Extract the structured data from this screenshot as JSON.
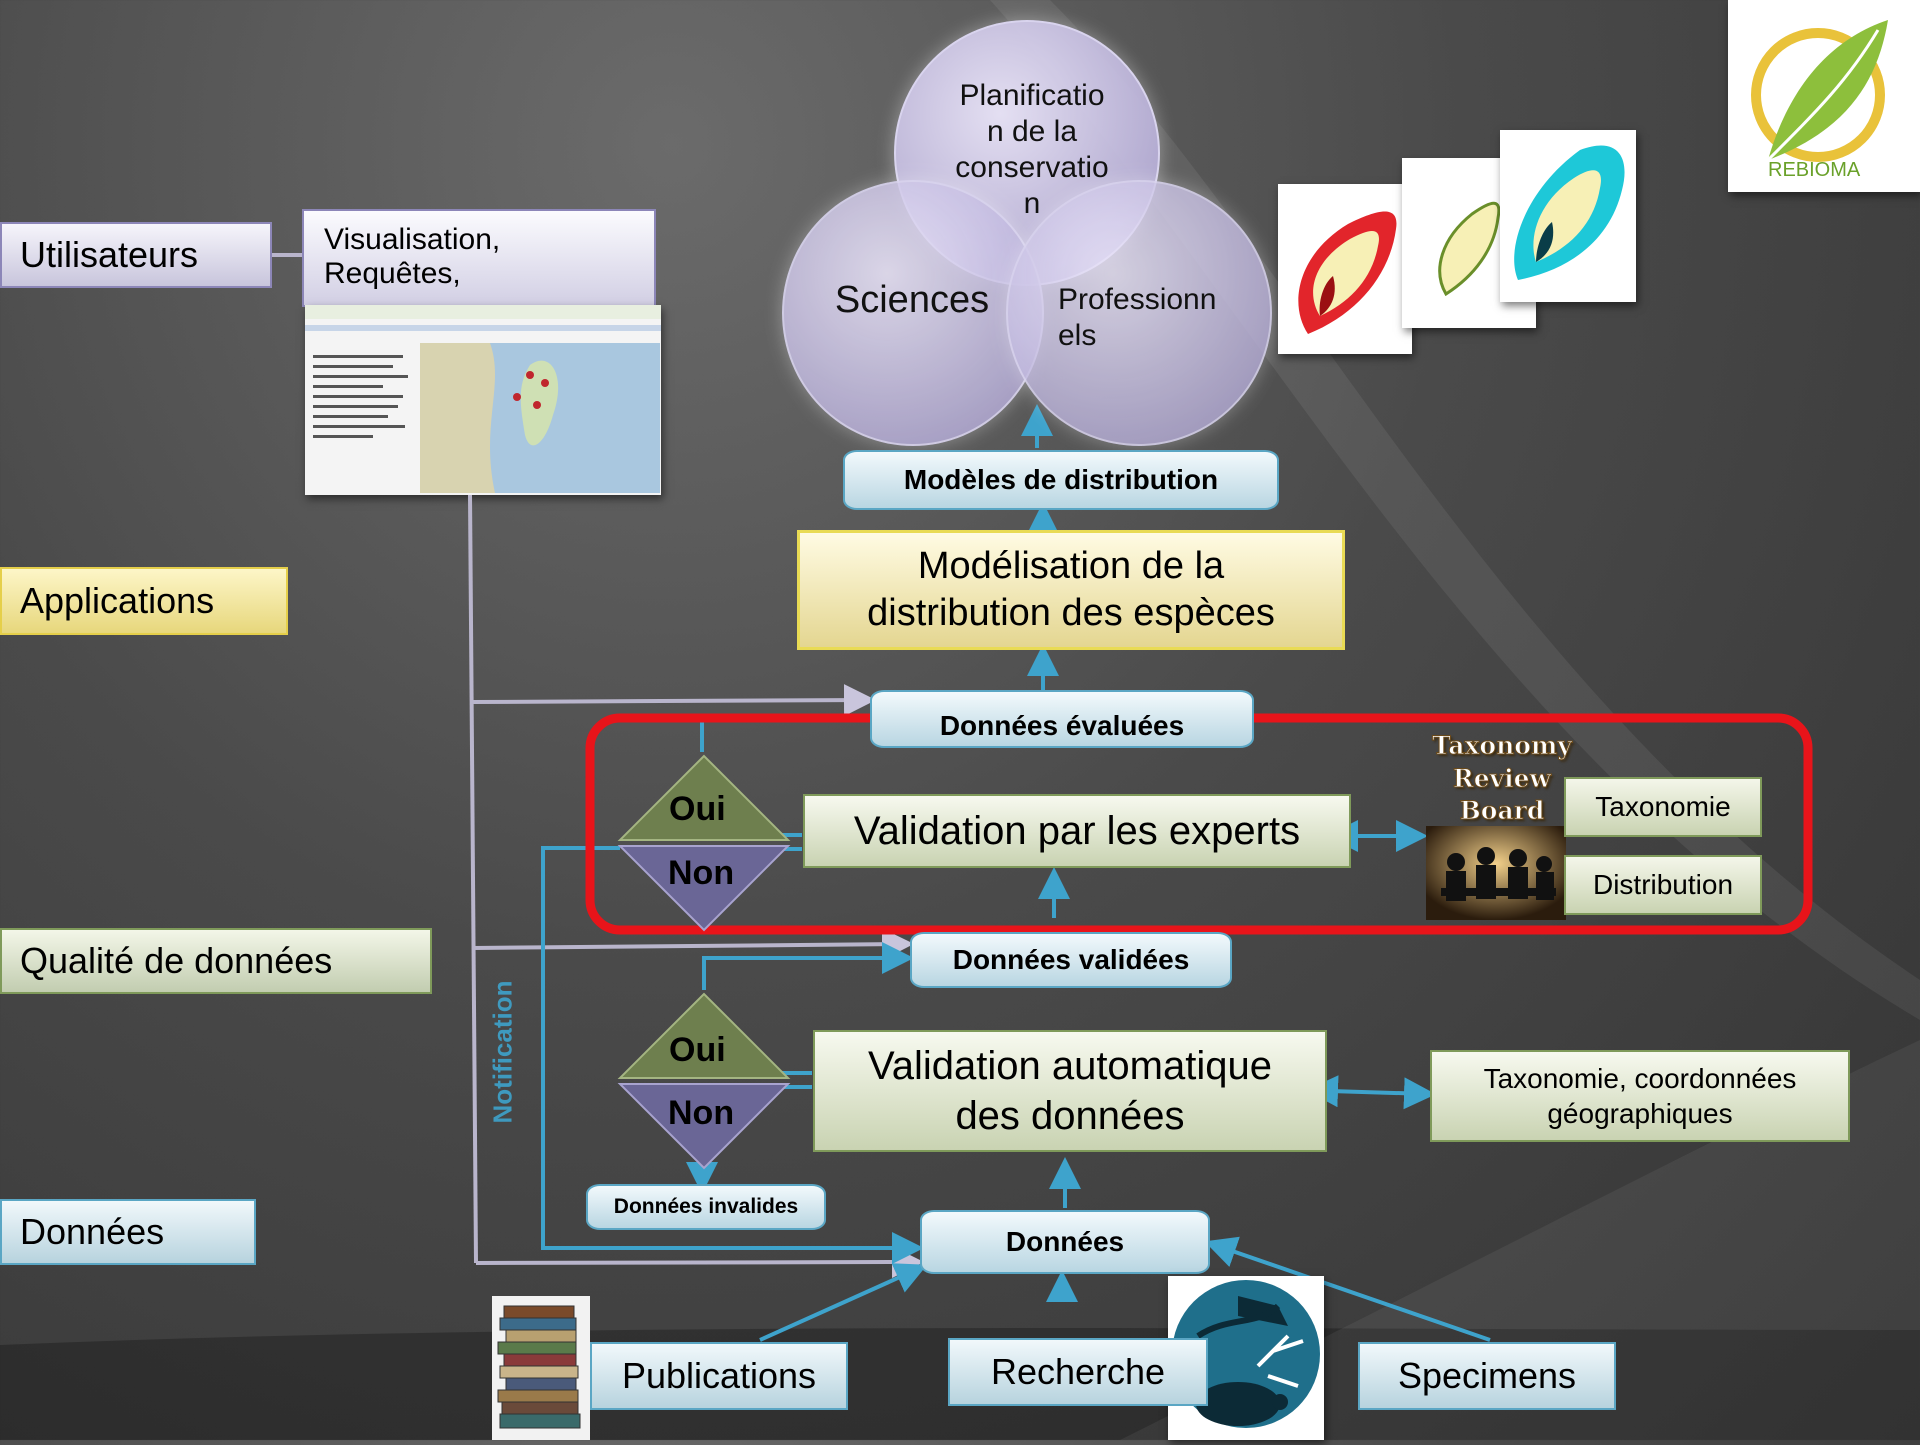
{
  "categories": {
    "users": "Utilisateurs",
    "applications": "Applications",
    "quality": "Qualité de données",
    "data": "Données"
  },
  "visualisation_box": "Visualisation,\nRequêtes,",
  "circles": {
    "planning": "Planificatio\nn de la\nconservatio\nn",
    "sciences": "Sciences",
    "professionals": "Professionn\nels"
  },
  "distribution_models": "Modèles de distribution",
  "modelling": "Modélisation de la\ndistribution des espèces",
  "evaluated_data": "Données évaluées",
  "expert_validation": "Validation par les experts",
  "decision_expert": {
    "yes": "Oui",
    "no": "Non"
  },
  "taxonomy_board": {
    "title": "Taxonomy\nReview\nBoard",
    "taxonomy": "Taxonomie",
    "distribution": "Distribution"
  },
  "validated_data": "Données validées",
  "decision_auto": {
    "yes": "Oui",
    "no": "Non"
  },
  "auto_validation": "Validation automatique\ndes données",
  "auto_checks": "Taxonomie, coordonnées\ngéographiques",
  "invalid_data": "Données invalides",
  "notification": "Notification",
  "data_store": "Données",
  "sources": {
    "publications": "Publications",
    "research": "Recherche",
    "specimens": "Specimens"
  },
  "logo_text": "REBIOMA",
  "colors": {
    "arrow": "#3ea3cc",
    "connector": "#b9b5cc",
    "highlight": "#e8141a"
  }
}
